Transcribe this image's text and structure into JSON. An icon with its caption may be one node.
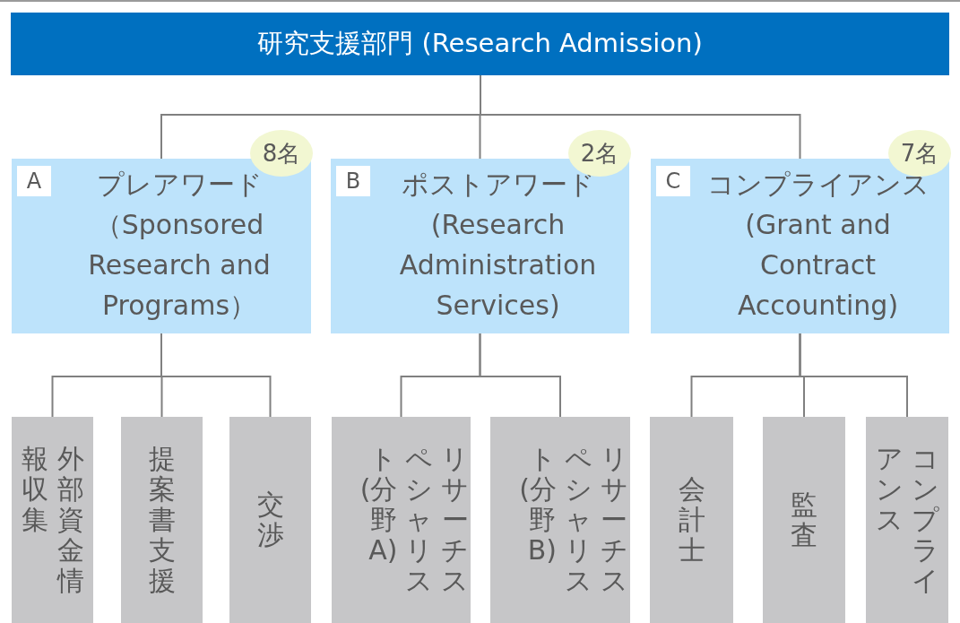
{
  "diagram": {
    "nodes": [
      {
        "text": [
          "研究支援部門 (Research Admission)"
        ]
      },
      {
        "text": [
          "A",
          "プレアワード（Sponsored Research and Programs）"
        ],
        "beside": [
          "8名"
        ]
      },
      {
        "text": [
          "B",
          "ポストアワード(Research Administration Services)"
        ],
        "beside": [
          "2名"
        ]
      },
      {
        "text": [
          "C",
          "コンプライアンス(Grant and Contract Accounting)"
        ],
        "beside": [
          "7名"
        ]
      },
      {
        "text": [
          "外部資金情報収集"
        ]
      },
      {
        "text": [
          "提案書支援"
        ]
      },
      {
        "text": [
          "交渉"
        ]
      },
      {
        "text": [
          "リサーチスペシャリスト(分野A)"
        ]
      },
      {
        "text": [
          "リサーチスペシャリスト(分野B)"
        ]
      },
      {
        "text": [
          "会計士"
        ]
      },
      {
        "text": [
          "監査"
        ]
      },
      {
        "text": [
          "コンプライアンス"
        ]
      }
    ],
    "edges": [
      {
        "from": 0,
        "to": 1,
        "arrow": "none"
      },
      {
        "from": 0,
        "to": 2,
        "arrow": "none"
      },
      {
        "from": 0,
        "to": 3,
        "arrow": "none"
      },
      {
        "from": 1,
        "to": 4,
        "arrow": "none"
      },
      {
        "from": 1,
        "to": 5,
        "arrow": "none"
      },
      {
        "from": 1,
        "to": 6,
        "arrow": "none"
      },
      {
        "from": 2,
        "to": 7,
        "arrow": "none"
      },
      {
        "from": 2,
        "to": 8,
        "arrow": "none"
      },
      {
        "from": 3,
        "to": 9,
        "arrow": "none"
      },
      {
        "from": 3,
        "to": 10,
        "arrow": "none"
      },
      {
        "from": 3,
        "to": 11,
        "arrow": "none"
      }
    ]
  }
}
